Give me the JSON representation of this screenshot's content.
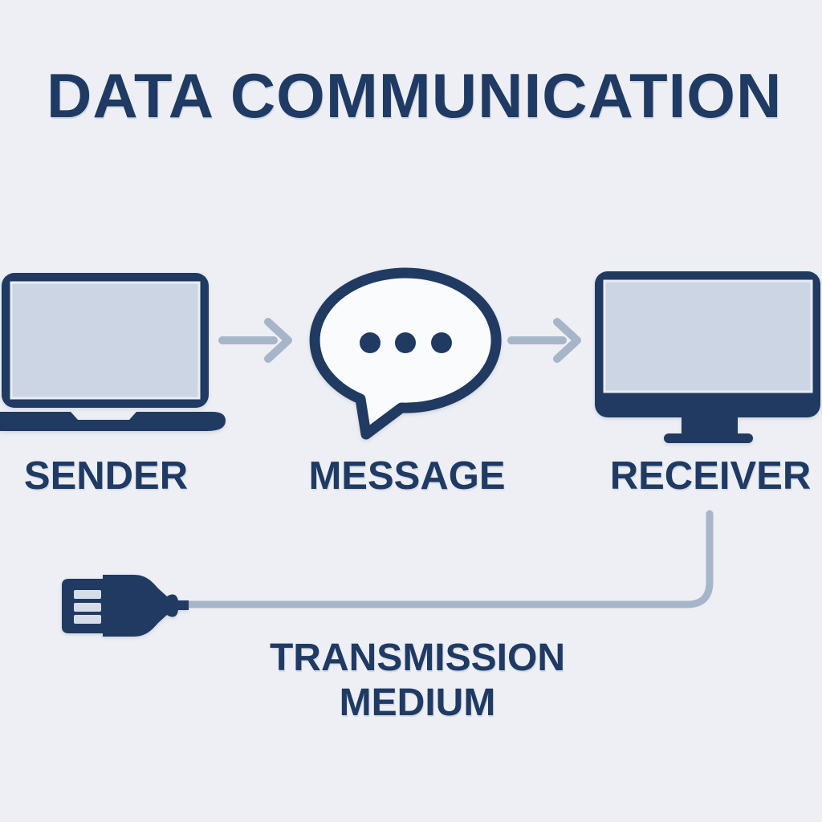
{
  "title": "DATA COMMUNICATION",
  "flow": {
    "nodes": [
      {
        "id": "sender",
        "label": "SENDER",
        "icon": "laptop-icon"
      },
      {
        "id": "message",
        "label": "MESSAGE",
        "icon": "speech-bubble-icon"
      },
      {
        "id": "receiver",
        "label": "RECEIVER",
        "icon": "monitor-icon"
      }
    ],
    "connections": [
      {
        "from": "sender",
        "to": "message",
        "type": "arrow-right"
      },
      {
        "from": "message",
        "to": "receiver",
        "type": "arrow-right"
      },
      {
        "from": "receiver",
        "to": "transmission-medium",
        "type": "cable"
      }
    ]
  },
  "transmission_medium": {
    "label": "TRANSMISSION\nMEDIUM",
    "icon": "usb-plug-icon"
  },
  "colors": {
    "background": "#edeff4",
    "navy": "#203a61",
    "text_navy": "#1f3a63",
    "screen_fill": "#ccd5e3",
    "bubble_fill": "#f9fbfd",
    "connector_gray": "#a7b5c8",
    "slot_fill": "#d5dde9"
  }
}
